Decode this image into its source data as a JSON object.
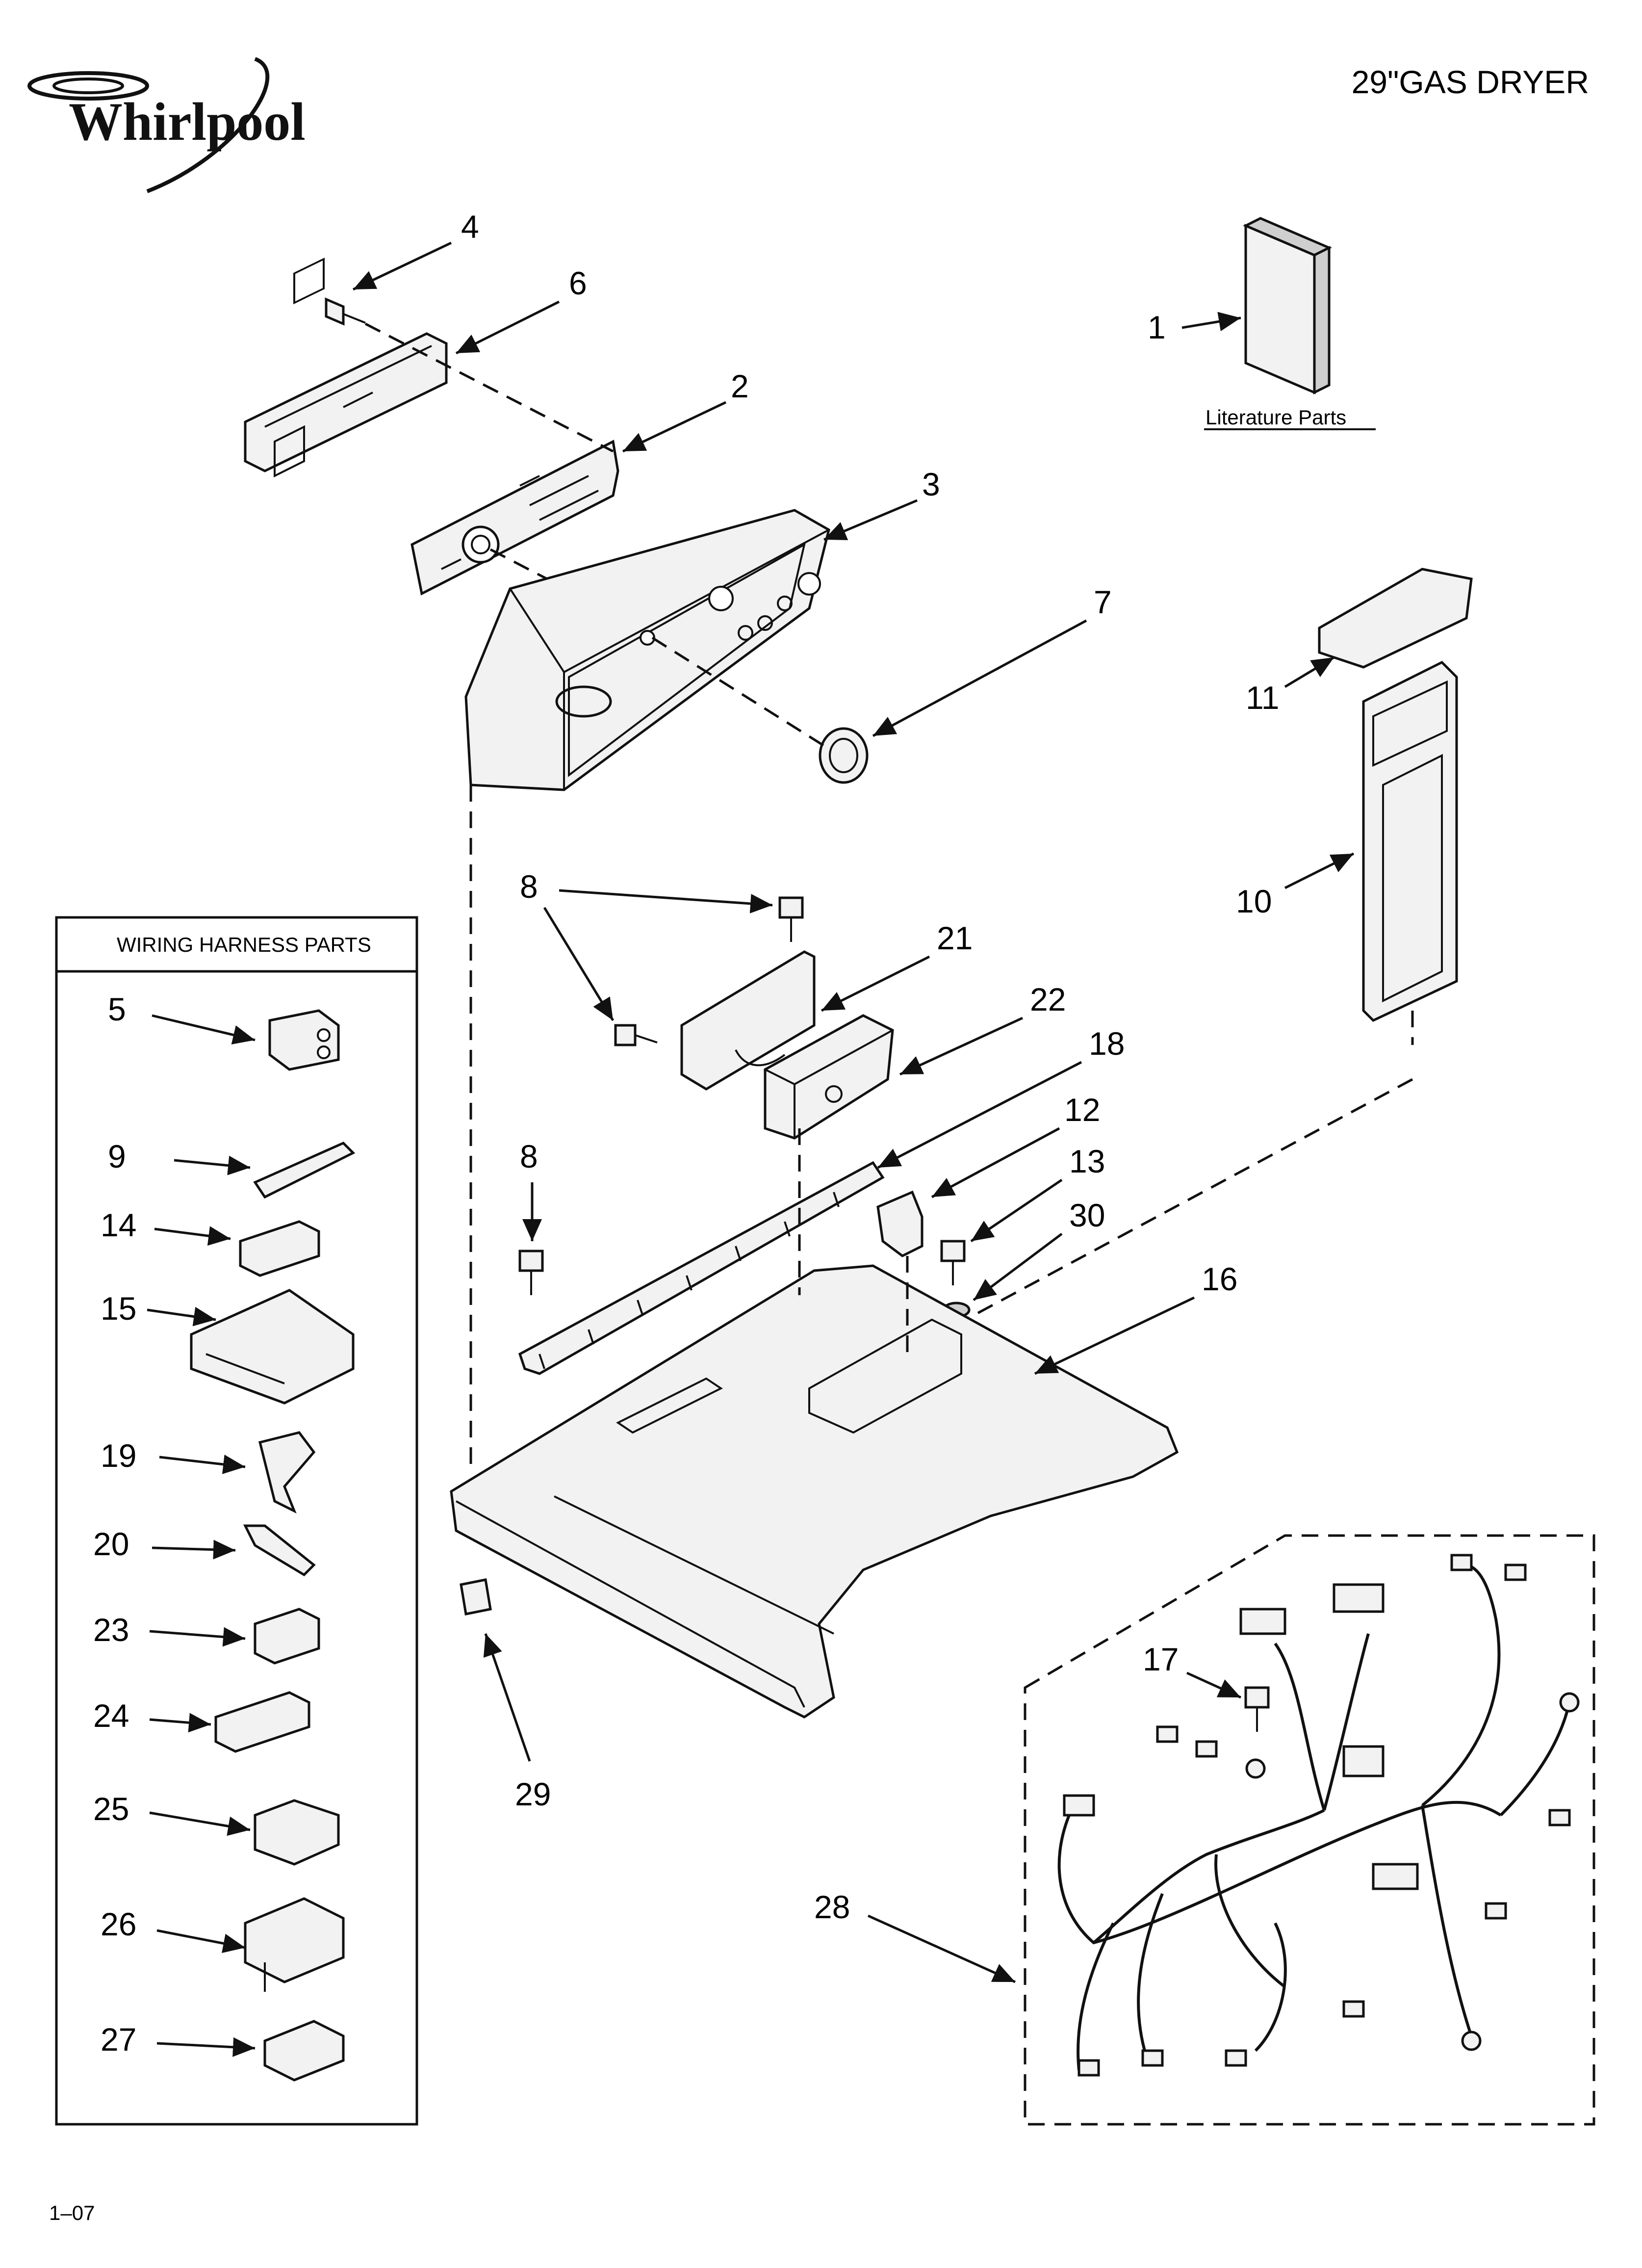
{
  "header": {
    "brand": "Whirlpool",
    "model_title": "29\"GAS DRYER"
  },
  "footer": {
    "date_code": "1–07"
  },
  "literature": {
    "label": "Literature Parts"
  },
  "wiring_box": {
    "title": "WIRING HARNESS PARTS"
  },
  "callouts": {
    "c1": "1",
    "c2": "2",
    "c3": "3",
    "c4": "4",
    "c5": "5",
    "c6": "6",
    "c7": "7",
    "c8a": "8",
    "c8b": "8",
    "c9": "9",
    "c10": "10",
    "c11": "11",
    "c12": "12",
    "c13": "13",
    "c14": "14",
    "c15": "15",
    "c16": "16",
    "c17": "17",
    "c18": "18",
    "c19": "19",
    "c20": "20",
    "c21": "21",
    "c22": "22",
    "c23": "23",
    "c24": "24",
    "c25": "25",
    "c26": "26",
    "c27": "27",
    "c28": "28",
    "c29": "29",
    "c30": "30"
  }
}
